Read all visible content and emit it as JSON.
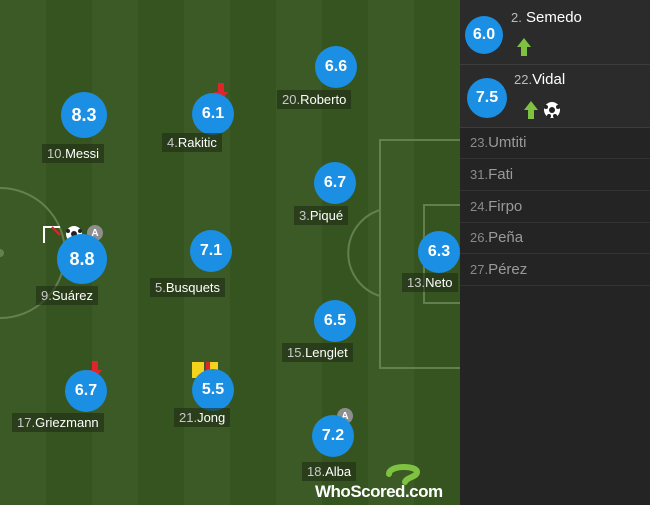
{
  "colors": {
    "rating_bubble": "#1a8fe3",
    "pitch_dark": "#365420",
    "pitch_light": "#3b5a25",
    "panel_bg": "#242424"
  },
  "players": [
    {
      "id": "messi",
      "number": "10.",
      "name": "Messi",
      "rating": "8.3",
      "icons": []
    },
    {
      "id": "rakitic",
      "number": "4.",
      "name": "Rakitic",
      "rating": "6.1",
      "icons": [
        "sub-off-arrow"
      ]
    },
    {
      "id": "roberto",
      "number": "20.",
      "name": "Roberto",
      "rating": "6.6",
      "icons": []
    },
    {
      "id": "suarez",
      "number": "9.",
      "name": "Suárez",
      "rating": "8.8",
      "icons": [
        "goal-post",
        "goal-ball",
        "assist-badge"
      ]
    },
    {
      "id": "busquets",
      "number": "5.",
      "name": "Busquets",
      "rating": "7.1",
      "icons": []
    },
    {
      "id": "pique",
      "number": "3.",
      "name": "Piqué",
      "rating": "6.7",
      "icons": []
    },
    {
      "id": "neto",
      "number": "13.",
      "name": "Neto",
      "rating": "6.3",
      "icons": []
    },
    {
      "id": "lenglet",
      "number": "15.",
      "name": "Lenglet",
      "rating": "6.5",
      "icons": []
    },
    {
      "id": "griezmann",
      "number": "17.",
      "name": "Griezmann",
      "rating": "6.7",
      "icons": [
        "sub-off-arrow"
      ]
    },
    {
      "id": "jong",
      "number": "21.",
      "name": "Jong",
      "rating": "5.5",
      "icons": [
        "yellow-card",
        "red-card"
      ]
    },
    {
      "id": "alba",
      "number": "18.",
      "name": "Alba",
      "rating": "7.2",
      "icons": [
        "assist-badge"
      ]
    }
  ],
  "assist_label": "A",
  "substitutes_used": [
    {
      "number": "2.",
      "name": "Semedo",
      "rating": "6.0",
      "icons": [
        "sub-on-arrow"
      ]
    },
    {
      "number": "22.",
      "name": "Vidal",
      "rating": "7.5",
      "icons": [
        "sub-on-arrow",
        "goal-ball"
      ]
    }
  ],
  "bench": [
    {
      "number": "23.",
      "name": "Umtiti"
    },
    {
      "number": "31.",
      "name": "Fati"
    },
    {
      "number": "24.",
      "name": "Firpo"
    },
    {
      "number": "26.",
      "name": "Peña"
    },
    {
      "number": "27.",
      "name": "Pérez"
    }
  ],
  "watermark": {
    "brand": "WhoScored",
    "suffix": ".com"
  }
}
